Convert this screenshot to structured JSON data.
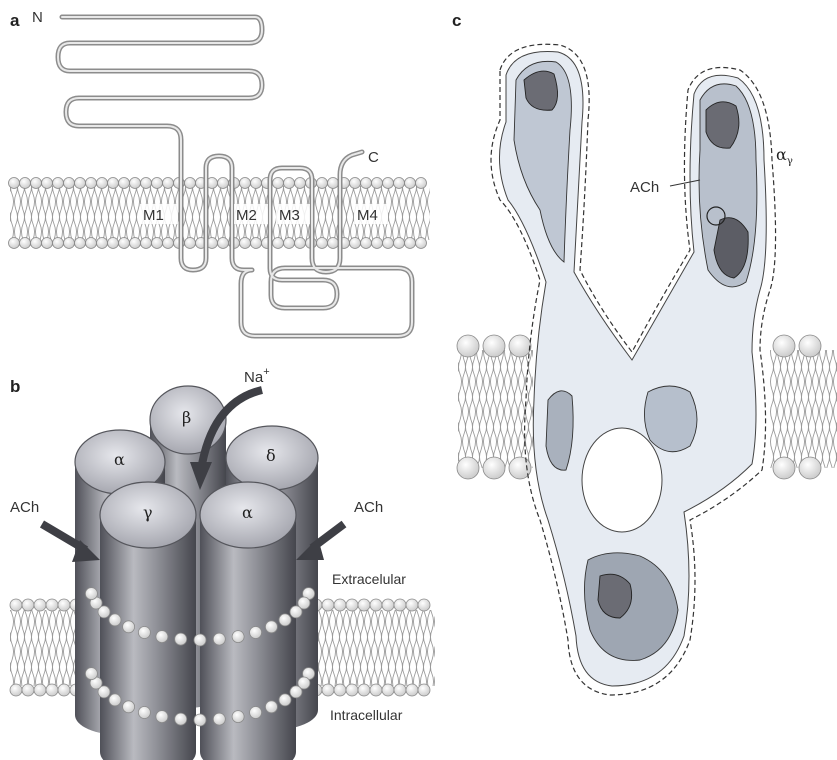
{
  "panels": {
    "a": {
      "letter": "a",
      "n_terminus": "N",
      "c_terminus": "C",
      "segments": [
        "M1",
        "M2",
        "M3",
        "M4"
      ]
    },
    "b": {
      "letter": "b",
      "ion": "Na",
      "ion_charge": "+",
      "subunits": [
        "β",
        "α",
        "δ",
        "γ",
        "α"
      ],
      "ach_left": "ACh",
      "ach_right": "ACh",
      "extracellular": "Extracelular",
      "intracellular": "Intracellular"
    },
    "c": {
      "letter": "c",
      "ach_label": "ACh",
      "alpha_label": "α",
      "alpha_subscript": "γ"
    }
  },
  "colors": {
    "membrane_head": "#e4e4e4",
    "membrane_stroke": "#8a8a8a",
    "protein_chain": "#9a9a9a",
    "cylinder_dark": "#5e5e66",
    "cylinder_light": "#d8d8dc",
    "density_light": "#dfe6f0",
    "density_dark": "#6f6f78"
  }
}
